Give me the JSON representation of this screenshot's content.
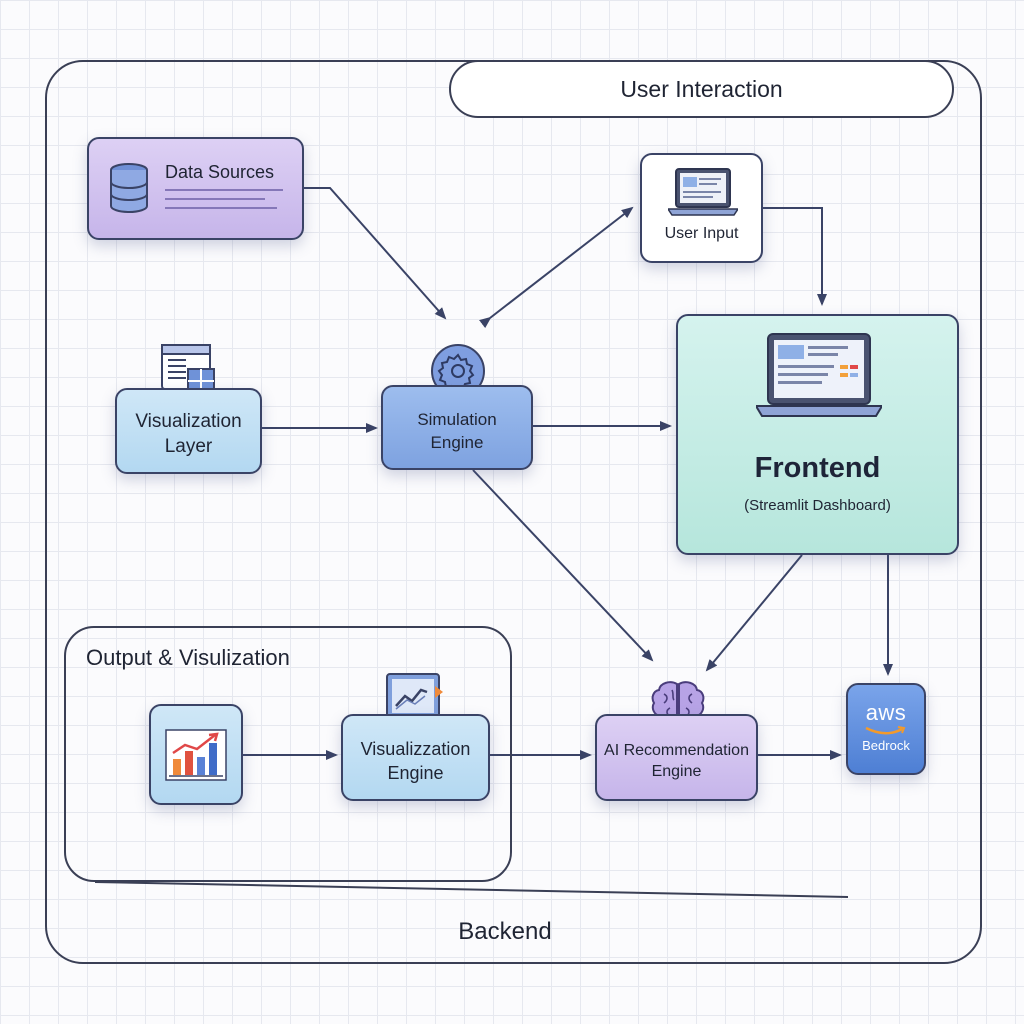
{
  "regions": {
    "user_interaction": "User Interaction",
    "output_visualization": "Output & Visulization",
    "backend": "Backend"
  },
  "nodes": {
    "data_sources": "Data Sources",
    "user_input": "User Input",
    "visualization_layer": [
      "Visualization",
      "Layer"
    ],
    "simulation_engine": [
      "Simulation",
      "Engine"
    ],
    "frontend": "Frontend",
    "frontend_sub": "(Streamlit Dashboard)",
    "visualization_engine": [
      "Visualizzation",
      "Engine"
    ],
    "ai_recommendation_engine": [
      "AI Recommendation",
      "Engine"
    ],
    "aws_logo": "aws",
    "aws_bedrock": "Bedrock"
  },
  "icons": {
    "data_sources": "database-icon",
    "user_input": "laptop-icon",
    "visualization_layer": "window-grid-icon",
    "simulation_engine": "gear-icon",
    "frontend": "laptop-dashboard-icon",
    "chart": "bar-chart-icon",
    "visualization_engine": "chart-arrow-icon",
    "ai": "brain-icon"
  },
  "colors": {
    "purple": "#c6b5ea",
    "light_blue": "#b3d8f1",
    "blue": "#7ea2e0",
    "mint": "#b6e6dc",
    "aws": "#4e7fd4",
    "aws_smile": "#f39a2b",
    "stroke": "#3a4366"
  }
}
